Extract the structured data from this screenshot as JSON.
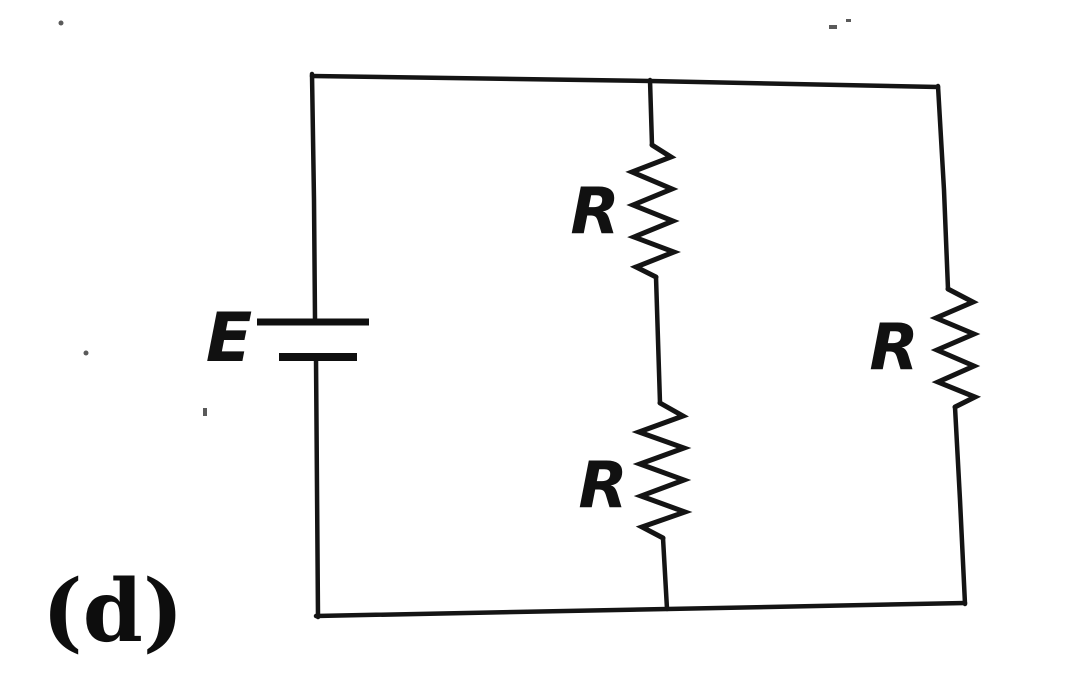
{
  "figure": {
    "type": "circuit-diagram",
    "figure_label": "(d)",
    "battery": {
      "label": "E",
      "symbol": "battery-cell"
    },
    "resistors": [
      {
        "position": "middle-branch-upper",
        "label": "R"
      },
      {
        "position": "middle-branch-lower",
        "label": "R"
      },
      {
        "position": "right-branch",
        "label": "R"
      }
    ],
    "topology": "Battery E connected across two parallel branches: the middle branch contains two resistors R in series, the right branch contains a single resistor R",
    "colors": {
      "ink": "#141414",
      "background": "#ffffff"
    }
  }
}
